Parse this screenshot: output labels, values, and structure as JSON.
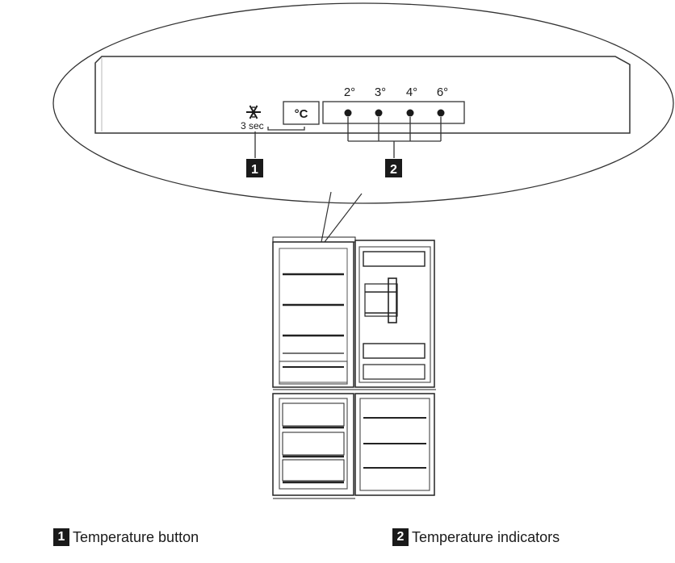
{
  "panel": {
    "indicators": [
      "2°",
      "3°",
      "4°",
      "6°"
    ],
    "unit_button": "°C",
    "hold_text": "3 sec",
    "icon": "snowflake-icon"
  },
  "callouts": [
    {
      "number": "1",
      "label": "Temperature button"
    },
    {
      "number": "2",
      "label": "Temperature indicators"
    }
  ],
  "colors": {
    "ink": "#1a1a1a",
    "background": "#ffffff"
  }
}
